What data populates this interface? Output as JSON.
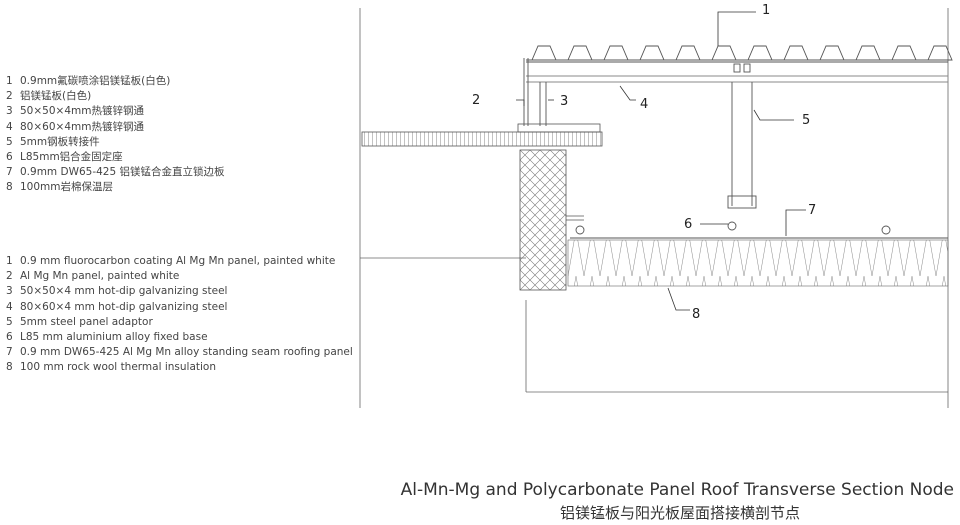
{
  "legend_cn": [
    {
      "num": "1",
      "text": "0.9mm氟碳喷涂铝镁锰板(白色)"
    },
    {
      "num": "2",
      "text": "铝镁锰板(白色)"
    },
    {
      "num": "3",
      "text": "50×50×4mm热镀锌钢通"
    },
    {
      "num": "4",
      "text": "80×60×4mm热镀锌钢通"
    },
    {
      "num": "5",
      "text": "5mm钢板转接件"
    },
    {
      "num": "6",
      "text": "L85mm铝合金固定座"
    },
    {
      "num": "7",
      "text": "0.9mm DW65-425 铝镁锰合金直立锁边板"
    },
    {
      "num": "8",
      "text": "100mm岩棉保温层"
    }
  ],
  "legend_en": [
    {
      "num": "1",
      "text": "0.9 mm fluorocarbon coating Al Mg Mn panel, painted white"
    },
    {
      "num": "2",
      "text": "Al Mg Mn panel, painted white"
    },
    {
      "num": "3",
      "text": "50×50×4 mm hot-dip galvanizing steel"
    },
    {
      "num": "4",
      "text": "80×60×4 mm hot-dip galvanizing steel"
    },
    {
      "num": "5",
      "text": "5mm steel panel adaptor"
    },
    {
      "num": "6",
      "text": "L85 mm aluminium alloy fixed base"
    },
    {
      "num": "7",
      "text": "0.9 mm  DW65-425 Al Mg Mn alloy standing seam roofing panel"
    },
    {
      "num": "8",
      "text": "100 mm rock wool thermal insulation"
    }
  ],
  "callouts": {
    "c1": "1",
    "c2": "2",
    "c3": "3",
    "c4": "4",
    "c5": "5",
    "c6": "6",
    "c7": "7",
    "c8": "8"
  },
  "title": {
    "en": "Al-Mn-Mg and Polycarbonate Panel Roof Transverse Section Node",
    "cn": "铝镁锰板与阳光板屋面搭接横剖节点"
  },
  "colors": {
    "line": "#555555",
    "light": "#999999"
  }
}
